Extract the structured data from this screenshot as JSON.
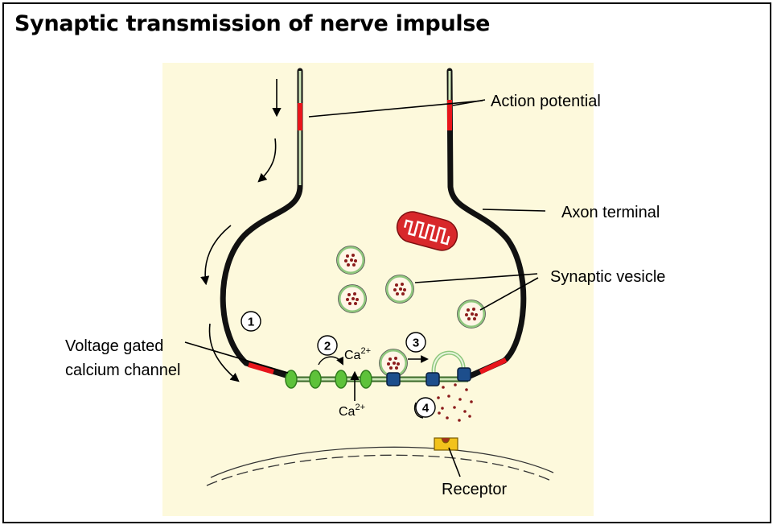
{
  "title": "Synaptic transmission of nerve impulse",
  "labels": {
    "action_potential": "Action potential",
    "axon_terminal": "Axon terminal",
    "synaptic_vesicle": "Synaptic vesicle",
    "channel_line1": "Voltage gated",
    "channel_line2": "calcium channel",
    "receptor": "Receptor"
  },
  "ions": {
    "top": "Ca",
    "bottom": "Ca",
    "charge": "2+"
  },
  "steps": [
    "1",
    "2",
    "3",
    "4"
  ],
  "colors": {
    "panel": "#fdf9dc",
    "membrane": "#111111",
    "action_potential": "#e8151b",
    "channel": "#5ec23a",
    "vesicle_fill": "#fff6e6",
    "vesicle_rim": "#8fc77d",
    "neurotransmitter": "#8b1b1b",
    "protein": "#1d4e8c",
    "receptor": "#f2c21c",
    "mitochondrion": "#d8282b"
  }
}
